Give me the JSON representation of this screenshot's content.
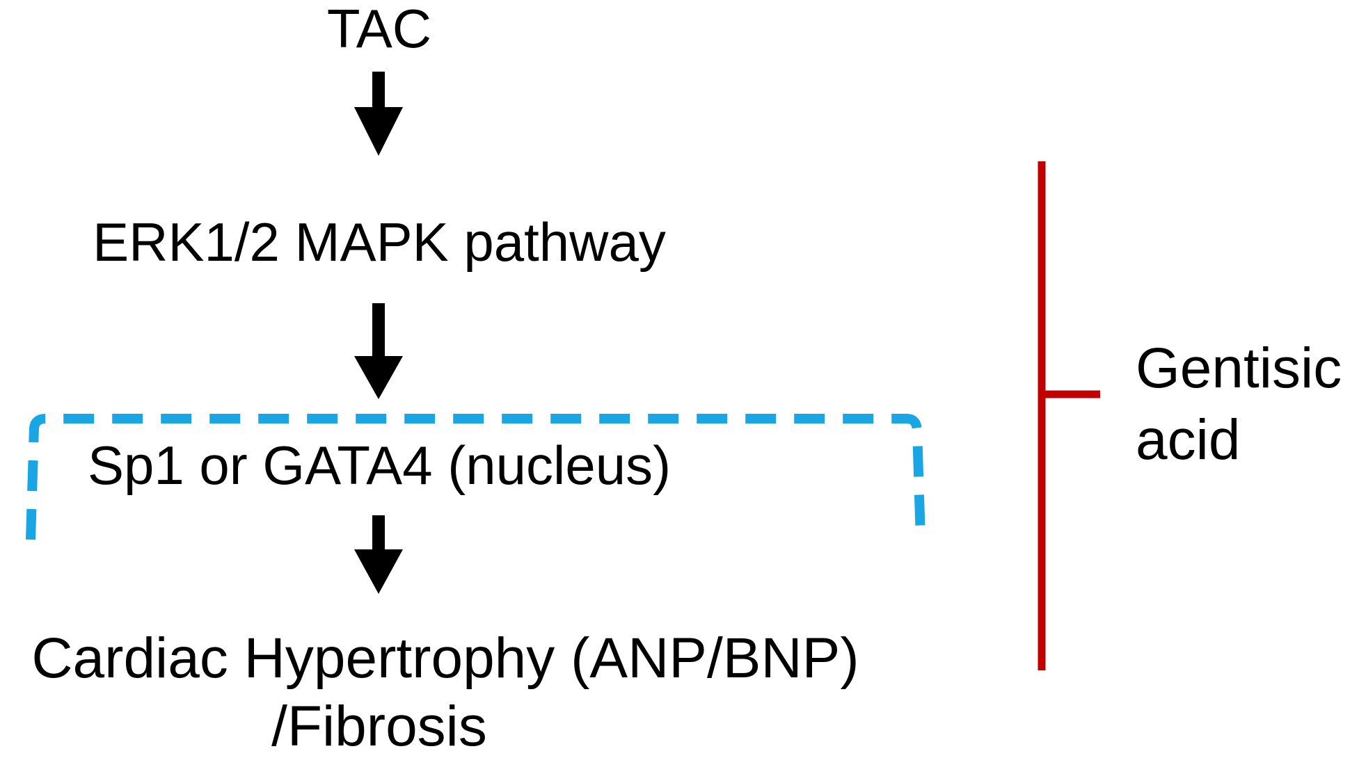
{
  "diagram": {
    "nodes": {
      "tac": "TAC",
      "erk": "ERK1/2 MAPK pathway",
      "sp1": "Sp1 or GATA4 (nucleus)",
      "outcome_line1": "Cardiac Hypertrophy (ANP/BNP)",
      "outcome_line2": "/Fibrosis"
    },
    "inhibitor": {
      "line1": "Gentisic",
      "line2": "acid"
    },
    "edges": [
      {
        "from": "TAC",
        "to": "ERK1/2 MAPK pathway",
        "type": "activation"
      },
      {
        "from": "ERK1/2 MAPK pathway",
        "to": "Sp1 or GATA4 (nucleus)",
        "type": "activation"
      },
      {
        "from": "Sp1 or GATA4 (nucleus)",
        "to": "Cardiac Hypertrophy (ANP/BNP) /Fibrosis",
        "type": "activation"
      },
      {
        "from": "Gentisic acid",
        "to": "pathway",
        "type": "inhibition"
      }
    ],
    "colors": {
      "arrow": "#000000",
      "nucleus_bracket": "#1aa6e4",
      "inhibition_bar": "#c00000",
      "text": "#000000"
    }
  }
}
